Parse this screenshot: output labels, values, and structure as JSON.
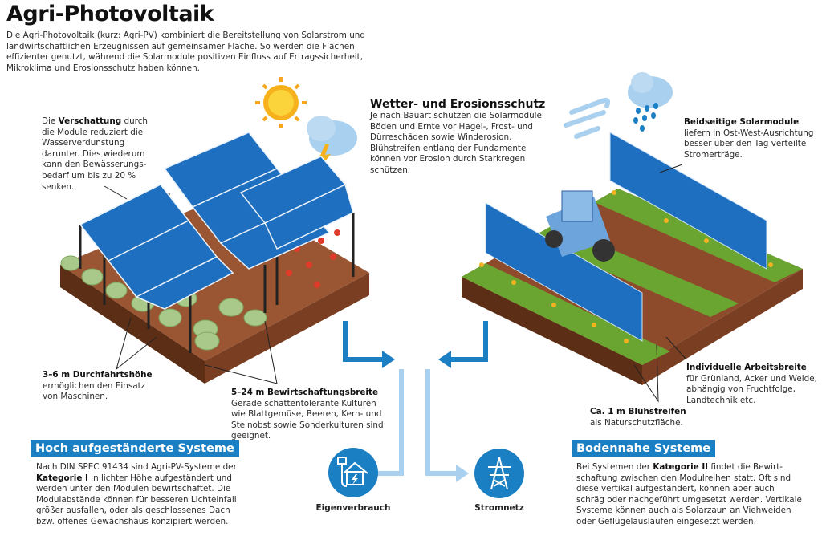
{
  "title": "Agri-Photovoltaik",
  "intro": [
    "Die Agri-Photovoltaik (kurz: Agri-PV) kombiniert die Bereitstellung von Solarstrom und",
    "landwirtschaftlichen Erzeugnissen auf gemeinsamer Fläche. So werden die Flächen",
    "effizienter genutzt, während die Solarmodule positiven Einfluss auf Ertragssicherheit,",
    "Mikroklima und Erosionsschutz haben können."
  ],
  "shading": {
    "pre": "Die ",
    "bold": "Verschattung",
    "post": " durch",
    "lines": [
      "die Module reduziert die",
      "Wasserverdunstung",
      "darunter. Dies wiederum",
      "kann den Bewässerungs-",
      "bedarf um bis zu 20 %",
      "senken."
    ]
  },
  "weather": {
    "heading": "Wetter- und Erosionsschutz",
    "lines": [
      "Je nach Bauart schützen die Solarmodule",
      "Böden und Ernte vor Hagel-, Frost- und",
      "Dürreschäden sowie Winderosion.",
      "Blühstreifen entlang der Fundamente",
      "können vor Erosion durch Starkregen",
      "schützen."
    ]
  },
  "bifacial": {
    "heading": "Beidseitige Solarmodule",
    "lines": [
      "liefern in Ost-West-Ausrichtung",
      "besser über den Tag verteilte",
      "Stromerträge."
    ]
  },
  "height": {
    "heading": "3–6 m Durchfahrtshöhe",
    "lines": [
      "ermöglichen den Einsatz",
      "von Maschinen."
    ]
  },
  "width": {
    "heading": "5–24 m Bewirtschaftungsbreite",
    "lines": [
      "Gerade schattentolerante Kulturen",
      "wie Blattgemüse, Beeren, Kern- und",
      "Steinobst sowie Sonderkulturen sind",
      "geeignet."
    ]
  },
  "workwidth": {
    "heading": "Individuelle Arbeitsbreite",
    "lines": [
      "für Grünland, Acker und Weide,",
      "abhängig von Fruchtfolge,",
      "Landtechnik etc."
    ]
  },
  "flowerstrip": {
    "heading": "Ca. 1 m Blühstreifen",
    "lines": [
      "als Naturschutzfläche."
    ]
  },
  "elevated": {
    "heading": "Hoch aufgeständerte Systeme",
    "line1": "Nach DIN SPEC 91434 sind Agri-PV-Systeme der",
    "bold": "Kategorie I",
    "line2rest": " in lichter Höhe aufgeständert und",
    "lines": [
      "werden unter den Modulen bewirtschaftet. Die",
      "Modulabstände können für besseren Lichteinfall",
      "größer ausfallen, oder als geschlossenes Dach",
      "bzw. offenes Gewächshaus konzipiert werden."
    ]
  },
  "ground": {
    "heading": "Bodennahe Systeme",
    "pre": "Bei Systemen der ",
    "bold": "Kategorie II",
    "post": " findet die Bewirt-",
    "lines": [
      "schaftung zwischen den Modulreihen statt. Oft sind",
      "diese vertikal aufgeständert, können aber auch",
      "schräg oder nachgeführt umgesetzt werden. Vertikale",
      "Systeme können auch als Solarzaun an Viehweiden",
      "oder Geflügelausläufen eingesetzt werden."
    ]
  },
  "outputs": {
    "self": "Eigenverbrauch",
    "grid": "Stromnetz"
  },
  "colors": {
    "accent": "#1b7fc3",
    "light_arrow": "#a9d0ee",
    "soil": "#7a3f22",
    "grass": "#6aa531",
    "panel": "#1f6fc0"
  }
}
